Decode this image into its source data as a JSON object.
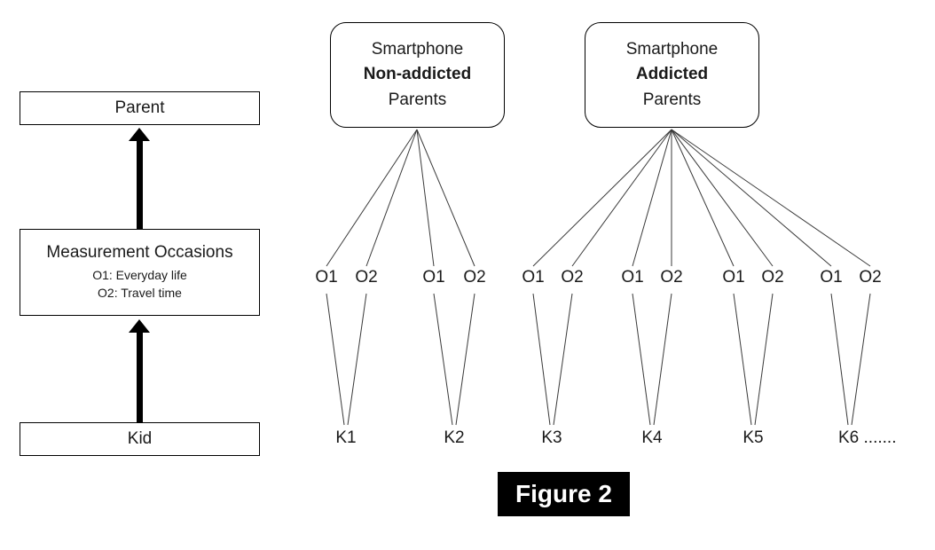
{
  "left_panel": {
    "parent_box": "Parent",
    "measurement_box": {
      "title": "Measurement Occasions",
      "line1": "O1: Everyday life",
      "line2": "O2: Travel time"
    },
    "kid_box": "Kid"
  },
  "groups": [
    {
      "title": {
        "line1": "Smartphone",
        "line2": "Non-addicted",
        "line3": "Parents"
      },
      "occasions": [
        "O1",
        "O2",
        "O1",
        "O2"
      ],
      "kids": [
        "K1",
        "K2"
      ]
    },
    {
      "title": {
        "line1": "Smartphone",
        "line2": "Addicted",
        "line3": "Parents"
      },
      "occasions": [
        "O1",
        "O2",
        "O1",
        "O2",
        "O1",
        "O2",
        "O1",
        "O2"
      ],
      "kids": [
        "K3",
        "K4",
        "K5",
        "K6 ......."
      ]
    }
  ],
  "caption": "Figure 2",
  "colors": {
    "line": "#3a3a3a",
    "box_border": "#000000",
    "caption_bg": "#000000",
    "caption_text": "#ffffff"
  }
}
